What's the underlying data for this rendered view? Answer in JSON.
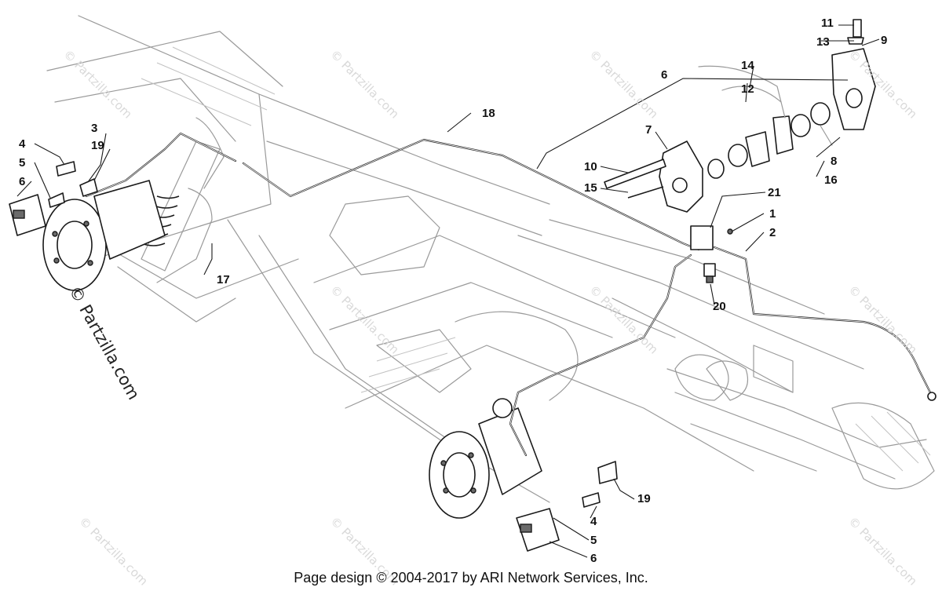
{
  "diagram": {
    "callouts": {
      "c1": "1",
      "c2": "2",
      "c3": "3",
      "c4a": "4",
      "c4b": "4",
      "c5a": "5",
      "c5b": "5",
      "c6a": "6",
      "c6b": "6",
      "c6c": "6",
      "c7": "7",
      "c8": "8",
      "c9": "9",
      "c10": "10",
      "c11": "11",
      "c12": "12",
      "c13": "13",
      "c14": "14",
      "c15": "15",
      "c16": "16",
      "c17": "17",
      "c18": "18",
      "c19a": "19",
      "c19b": "19",
      "c20": "20",
      "c21": "21"
    },
    "watermark_large": "© Partzilla.com",
    "watermark_small": "© Partzilla.com"
  },
  "footer": {
    "text": "Page design © 2004-2017 by ARI Network Services, Inc."
  }
}
